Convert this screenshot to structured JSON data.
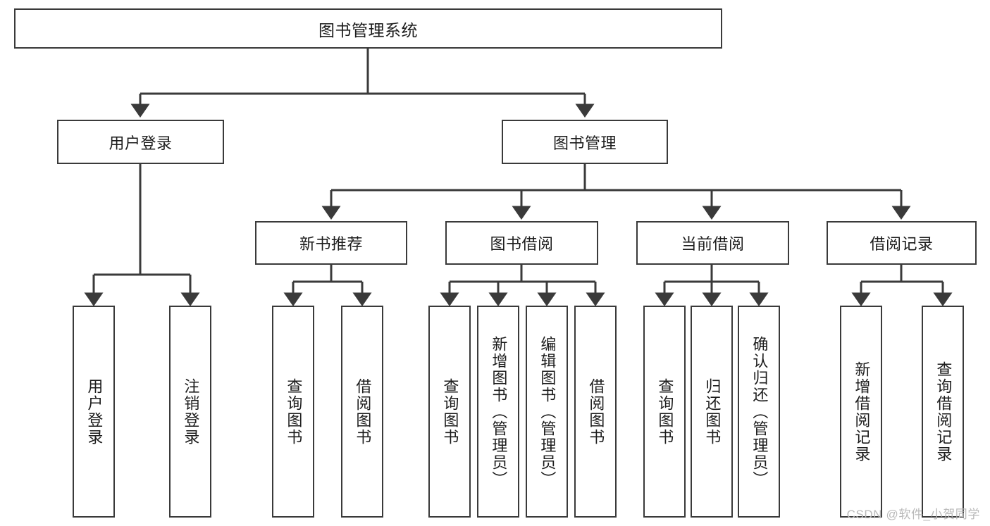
{
  "diagram": {
    "type": "tree",
    "title": "图书管理系统",
    "watermark": "CSDN @软件_小贺同学",
    "colors": {
      "box_border": "#3a3a3a",
      "box_fill": "#ffffff",
      "connector": "#3a3a3a",
      "text": "#1c1c1c",
      "watermark": "#b9b9b9"
    },
    "root": {
      "label": "图书管理系统"
    },
    "level2": [
      {
        "label": "用户登录"
      },
      {
        "label": "图书管理"
      }
    ],
    "level3": [
      {
        "label": "新书推荐"
      },
      {
        "label": "图书借阅"
      },
      {
        "label": "当前借阅"
      },
      {
        "label": "借阅记录"
      }
    ],
    "leaves": {
      "user_login": [
        {
          "label": "用户登录"
        },
        {
          "label": "注销登录"
        }
      ],
      "new_book_recommend": [
        {
          "label": "查询图书"
        },
        {
          "label": "借阅图书"
        }
      ],
      "book_borrow": [
        {
          "label": "查询图书"
        },
        {
          "label": "新增图书（管理员）"
        },
        {
          "label": "编辑图书（管理员）"
        },
        {
          "label": "借阅图书"
        }
      ],
      "current_borrow": [
        {
          "label": "查询图书"
        },
        {
          "label": "归还图书"
        },
        {
          "label": "确认归还（管理员）"
        }
      ],
      "borrow_record": [
        {
          "label": "新增借阅记录"
        },
        {
          "label": "查询借阅记录"
        }
      ]
    }
  }
}
